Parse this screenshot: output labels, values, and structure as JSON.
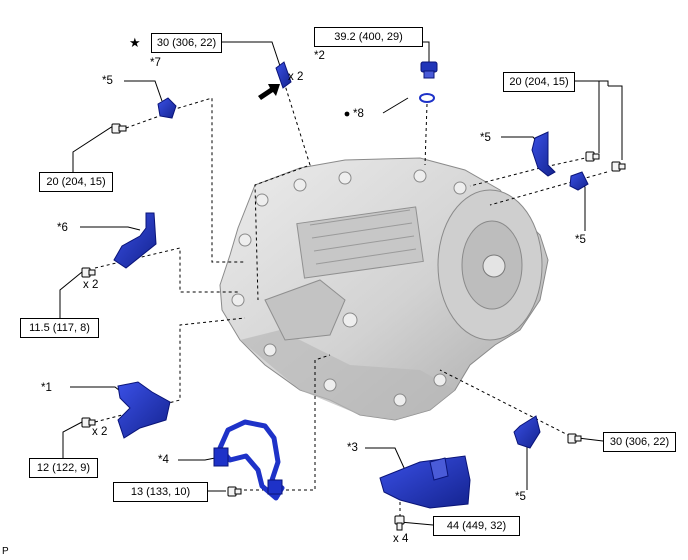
{
  "torque": {
    "t30a": "30 (306, 22)",
    "t392": "39.2 (400, 29)",
    "t20a": "20 (204, 15)",
    "t20b": "20 (204, 15)",
    "t115": "11.5 (117, 8)",
    "t12": "12 (122, 9)",
    "t13": "13 (133, 10)",
    "t44": "44 (449, 32)",
    "t30b": "30 (306, 22)"
  },
  "callouts": {
    "star": "★",
    "c7": "*7",
    "c2": "*2",
    "c8": "*8",
    "c5a": "*5",
    "c5b": "*5",
    "c5c": "*5",
    "c5d": "*5",
    "c6": "*6",
    "c1": "*1",
    "c4": "*4",
    "c3": "*3"
  },
  "quantities": {
    "q1": "x 2",
    "q2": "x 2",
    "q3": "x 2",
    "q4": "x 4"
  },
  "figure_code": "P",
  "colors": {
    "part_blue": "#1e32c8",
    "part_dark": "#0a1478",
    "housing": "#d8d8d8",
    "housing_shade": "#b4b4b4",
    "line": "#000000"
  }
}
